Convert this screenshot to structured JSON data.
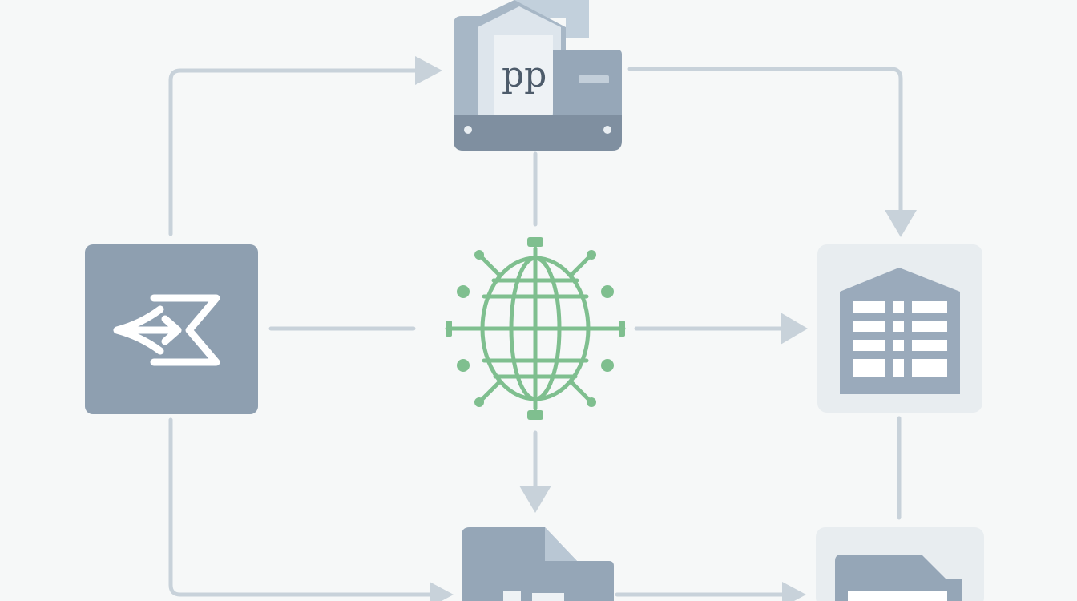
{
  "diagram": {
    "nodes": [
      {
        "id": "app-server",
        "icon": "app-server-icon",
        "label_text": "pp"
      },
      {
        "id": "router",
        "icon": "arrow-router-icon"
      },
      {
        "id": "internet",
        "icon": "globe-network-icon"
      },
      {
        "id": "data-warehouse",
        "icon": "table-warehouse-icon"
      },
      {
        "id": "folder-bottom-center",
        "icon": "folder-icon"
      },
      {
        "id": "folder-bottom-right",
        "icon": "folder-icon"
      }
    ],
    "connections": [
      {
        "from": "router",
        "to": "app-server",
        "directed": true
      },
      {
        "from": "app-server",
        "to": "data-warehouse",
        "directed": true
      },
      {
        "from": "app-server",
        "to": "internet",
        "directed": false
      },
      {
        "from": "router",
        "to": "internet",
        "directed": false
      },
      {
        "from": "internet",
        "to": "data-warehouse",
        "directed": true
      },
      {
        "from": "internet",
        "to": "folder-bottom-center",
        "directed": true
      },
      {
        "from": "router",
        "to": "folder-bottom-center",
        "directed": true
      },
      {
        "from": "data-warehouse",
        "to": "folder-bottom-right",
        "directed": false
      },
      {
        "from": "folder-bottom-center",
        "to": "folder-bottom-right",
        "directed": true
      }
    ],
    "colors": {
      "background": "#f6f8f8",
      "connector": "#c3ced6",
      "node_dark": "#8fa0b1",
      "node_light": "#e6ebef",
      "node_accent": "#b5c5d4",
      "globe": "#7fbf8f",
      "icon_light": "#ffffff"
    }
  }
}
